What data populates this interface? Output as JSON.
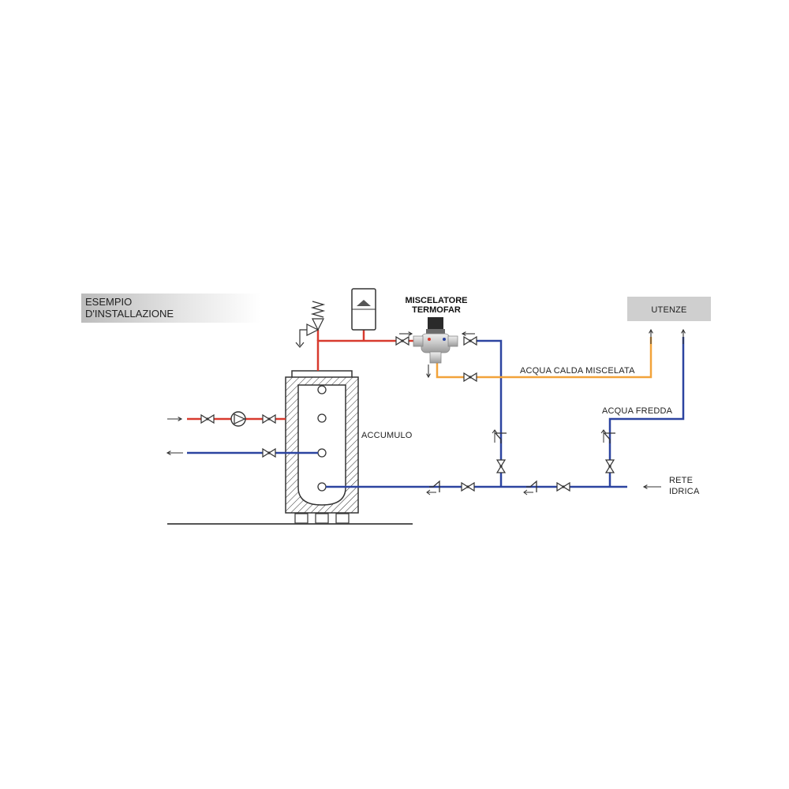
{
  "title": {
    "line1": "ESEMPIO",
    "line2": "D'INSTALLAZIONE"
  },
  "labels": {
    "mixer_line1": "MISCELATORE",
    "mixer_line2": "TERMOFAR",
    "utenze": "UTENZE",
    "acqua_calda_miscelata": "ACQUA CALDA MISCELATA",
    "acqua_fredda": "ACQUA FREDDA",
    "accumulo": "ACCUMULO",
    "rete": "RETE",
    "idrica": "IDRICA"
  },
  "colors": {
    "hot": "#d83a2e",
    "cold": "#2c44a0",
    "mixed": "#f2a33a",
    "outline": "#333333",
    "utenze_box": "#cfcfcf"
  }
}
